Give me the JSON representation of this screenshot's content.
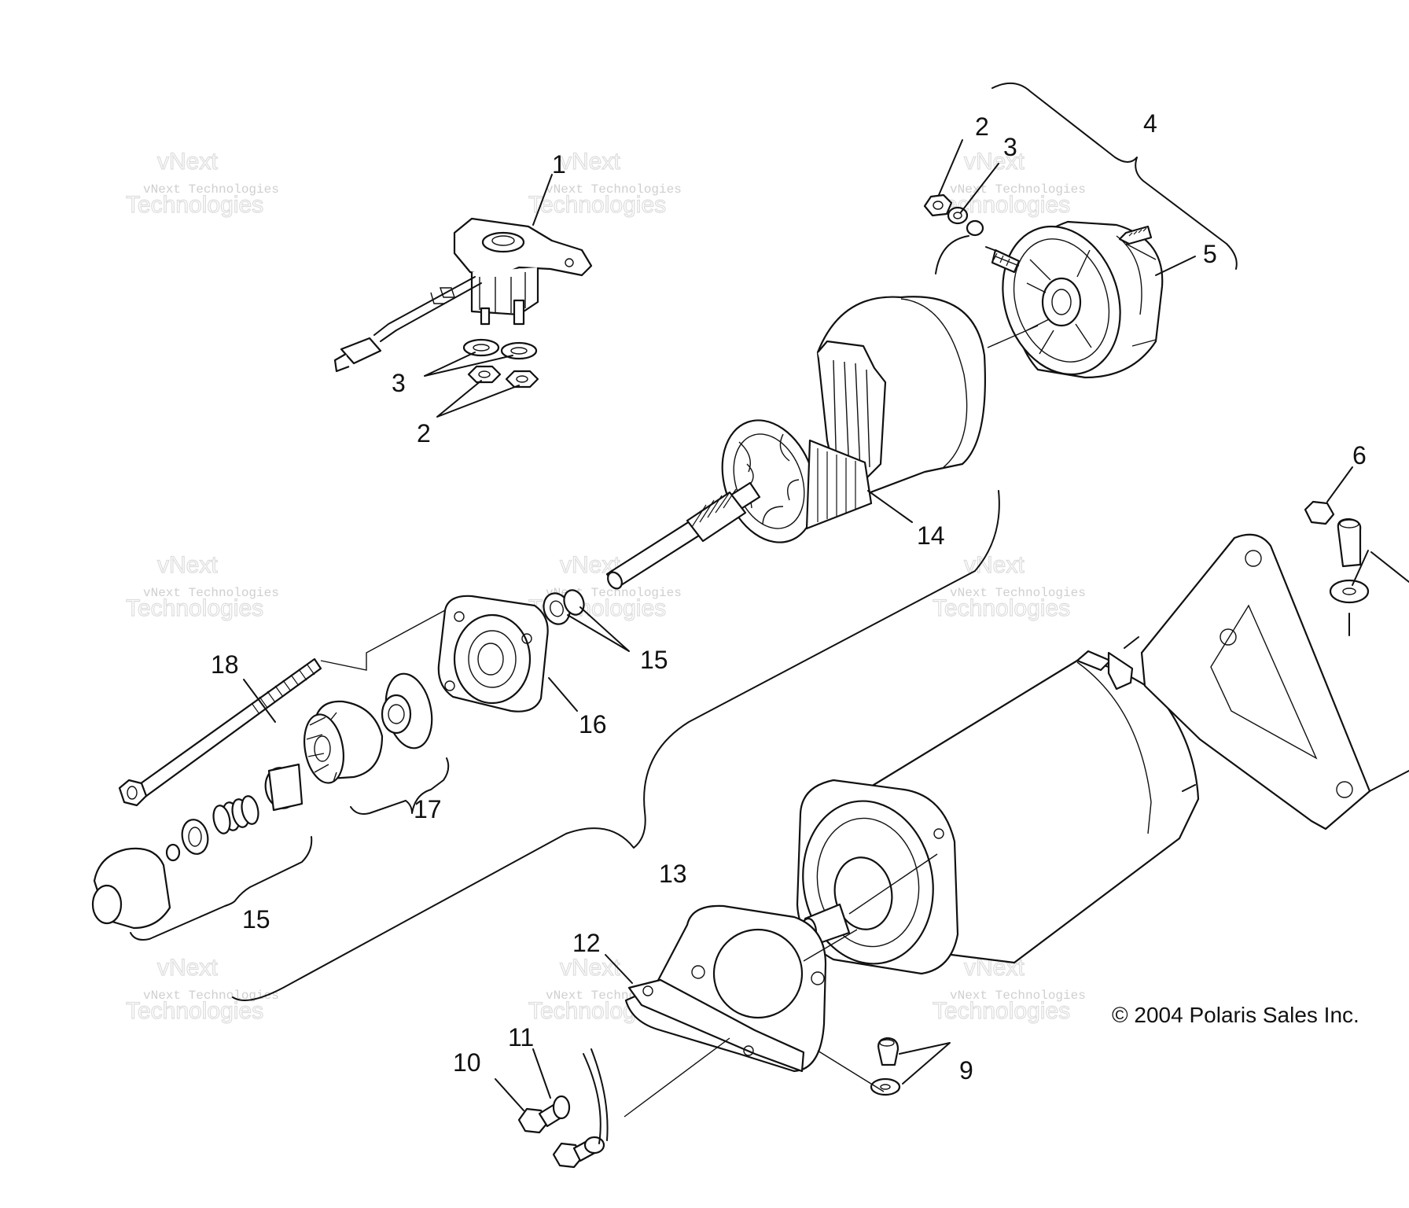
{
  "callouts": {
    "c1": "1",
    "c2a": "2",
    "c3a": "3",
    "c4": "4",
    "c5": "5",
    "c3b": "3",
    "c2b": "2",
    "c6": "6",
    "c14": "14",
    "c18": "18",
    "c15a": "15",
    "c16": "16",
    "c17": "17",
    "c13": "13",
    "c15b": "15",
    "c12": "12",
    "c11": "11",
    "c10": "10",
    "c9": "9"
  },
  "copyright": "© 2004 Polaris Sales Inc.",
  "watermark": {
    "line1": "vNext",
    "line2": "vNext Technologies",
    "line3": "Technologies"
  }
}
